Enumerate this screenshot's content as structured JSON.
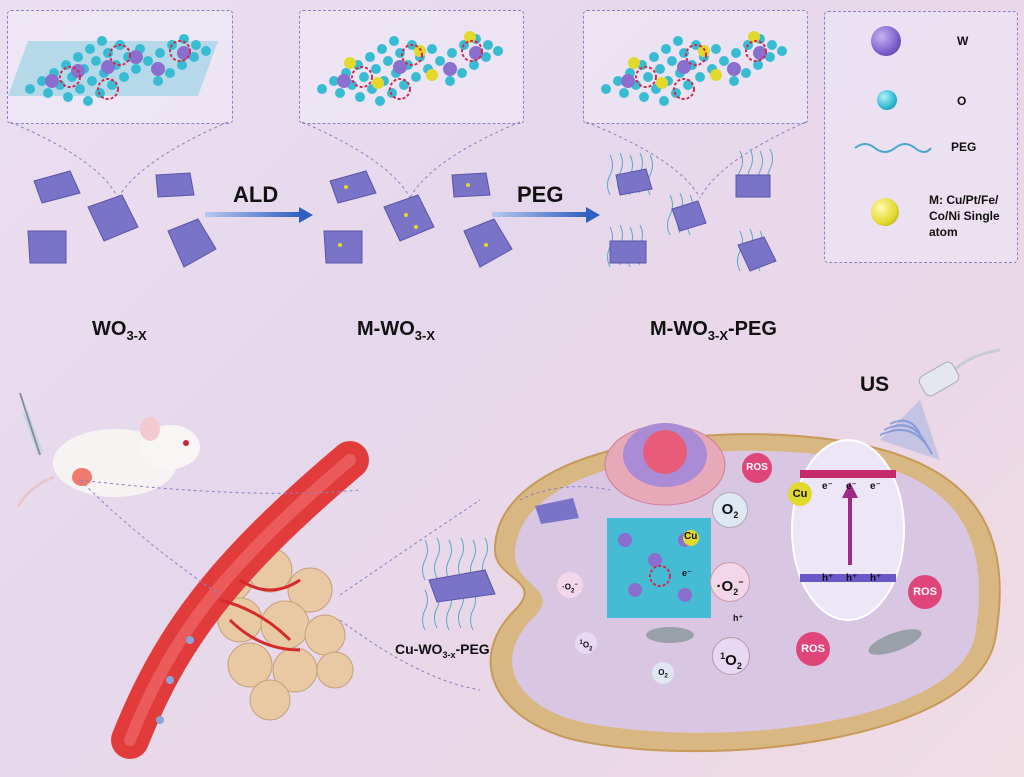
{
  "legend": {
    "w_label": "W",
    "o_label": "O",
    "peg_label": "PEG",
    "m_label_line1": "M: Cu/Pt/Fe/",
    "m_label_line2": "Co/Ni Single",
    "m_label_line3": "atom"
  },
  "stages": {
    "wo3x_main": "WO",
    "wo3x_sub": "3-X",
    "mwo3x_main": "M-WO",
    "mwo3x_sub": "3-X",
    "mwo3xpeg_main": "M-WO",
    "mwo3xpeg_sub": "3-X",
    "mwo3xpeg_suffix": "-PEG"
  },
  "arrows": {
    "ald": "ALD",
    "peg": "PEG"
  },
  "lower": {
    "us_label": "US",
    "nano_main": "Cu-WO",
    "nano_sub": "3-x",
    "nano_suffix": "-PEG",
    "cu_atom_label": "Cu",
    "cu_atom_label_cell": "Cu",
    "e_minus": "e⁻",
    "h_plus": "h⁺",
    "ros": "ROS",
    "o2": "O",
    "o2_sub": "2",
    "o2_radical": "·O",
    "o2_radical_sup": "−",
    "o2_radical_sub": "2",
    "singlet_o2_sup": "1",
    "singlet_o2": "O",
    "singlet_o2_sub": "2"
  },
  "colors": {
    "tungsten": "#8a6fcf",
    "oxygen": "#2bb8d1",
    "metal_single_atom": "#e3d82c",
    "arrow_blue": "#2f5fc0",
    "ros_pink": "#e0457a",
    "vessel_red": "#e23b3b",
    "cell_membrane": "#d4b27a"
  }
}
